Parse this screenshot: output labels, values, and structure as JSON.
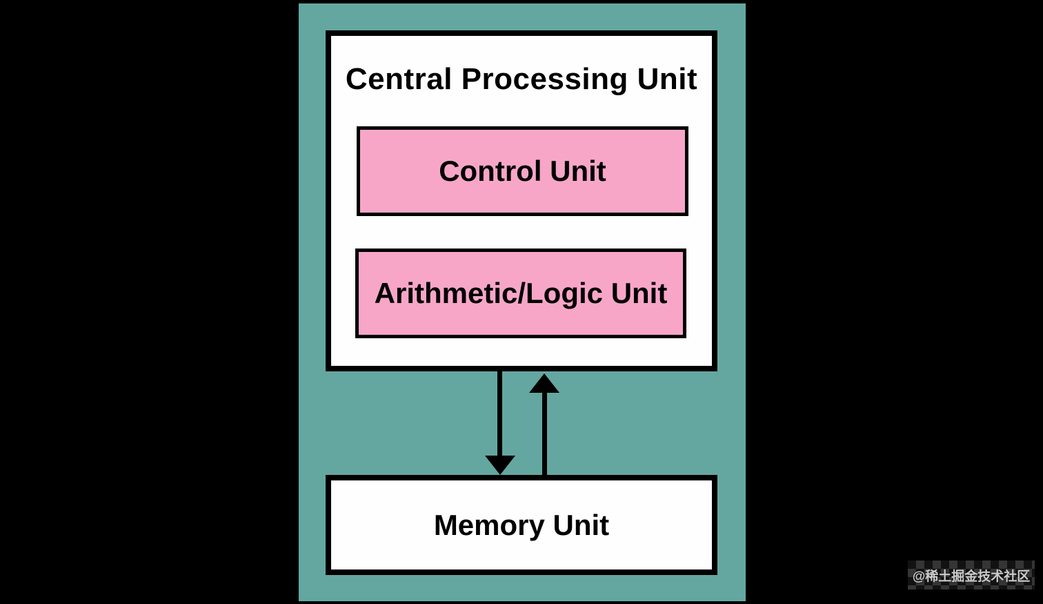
{
  "diagram": {
    "title": "Central Processing Unit",
    "nodes": [
      {
        "id": "control-unit",
        "label": "Control Unit",
        "fill": "#F7A6C8"
      },
      {
        "id": "arithmetic-logic-unit",
        "label": "Arithmetic/Logic Unit",
        "fill": "#F7A6C8"
      },
      {
        "id": "memory-unit",
        "label": "Memory Unit",
        "fill": "#FEFEFE"
      }
    ],
    "edges": [
      {
        "from": "central-processing-unit",
        "to": "memory-unit",
        "direction": "down"
      },
      {
        "from": "memory-unit",
        "to": "central-processing-unit",
        "direction": "up"
      }
    ],
    "colors": {
      "page_background": "#000000",
      "panel": "#64A7A0",
      "container_fill": "#FEFEFE",
      "unit_fill": "#F7A6C8",
      "border": "#000000",
      "text": "#000000"
    }
  },
  "watermark": {
    "text": "@稀土掘金技术社区",
    "color": "#D6D6D6"
  }
}
